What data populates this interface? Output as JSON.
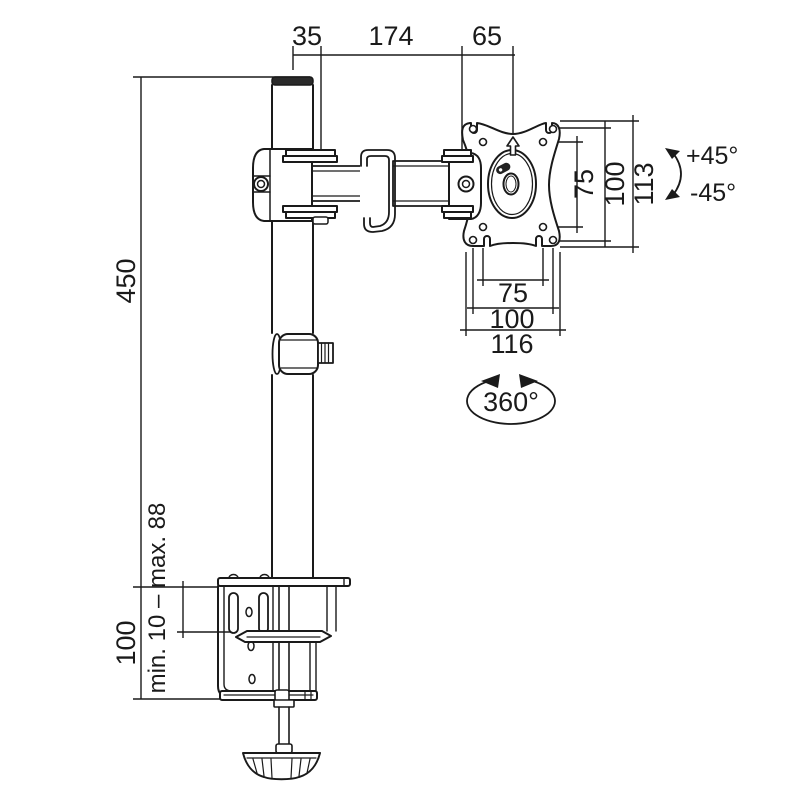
{
  "drawing": {
    "line_color": "#1a1a1a",
    "background_color": "#ffffff"
  },
  "dimensions": {
    "top": {
      "pole_offset": "35",
      "arm_length": "174",
      "vesa_offset": "65"
    },
    "left": {
      "pole_height": "450",
      "clamp_height": "100",
      "desk_thickness_range": "min. 10 – max. 88"
    },
    "vesa_right": {
      "hole_spacing_inner": "75",
      "hole_spacing_outer": "100",
      "plate_height": "113"
    },
    "vesa_bottom": {
      "hole_spacing_inner": "75",
      "hole_spacing_outer": "100",
      "plate_width": "116"
    },
    "rotation": {
      "tilt_up": "+45°",
      "tilt_down": "-45°",
      "swivel": "360°"
    }
  }
}
